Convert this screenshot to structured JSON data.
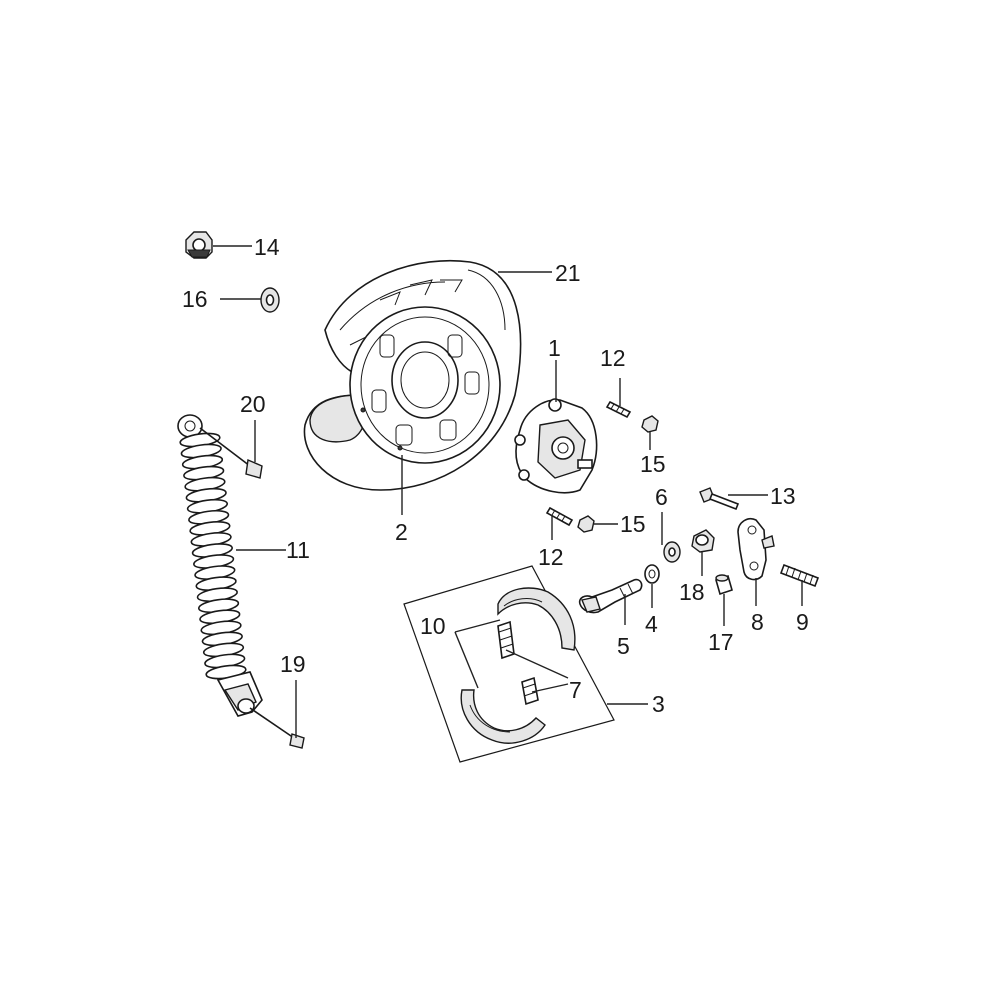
{
  "callouts": [
    {
      "id": "c1",
      "label": "1"
    },
    {
      "id": "c2",
      "label": "2"
    },
    {
      "id": "c3",
      "label": "3"
    },
    {
      "id": "c4",
      "label": "4"
    },
    {
      "id": "c5",
      "label": "5"
    },
    {
      "id": "c6",
      "label": "6"
    },
    {
      "id": "c7",
      "label": "7"
    },
    {
      "id": "c8",
      "label": "8"
    },
    {
      "id": "c9",
      "label": "9"
    },
    {
      "id": "c10",
      "label": "10"
    },
    {
      "id": "c11",
      "label": "11"
    },
    {
      "id": "c12a",
      "label": "12"
    },
    {
      "id": "c12b",
      "label": "12"
    },
    {
      "id": "c13",
      "label": "13"
    },
    {
      "id": "c14",
      "label": "14"
    },
    {
      "id": "c15a",
      "label": "15"
    },
    {
      "id": "c15b",
      "label": "15"
    },
    {
      "id": "c16",
      "label": "16"
    },
    {
      "id": "c17",
      "label": "17"
    },
    {
      "id": "c18",
      "label": "18"
    },
    {
      "id": "c19",
      "label": "19"
    },
    {
      "id": "c20",
      "label": "20"
    },
    {
      "id": "c21",
      "label": "21"
    }
  ]
}
